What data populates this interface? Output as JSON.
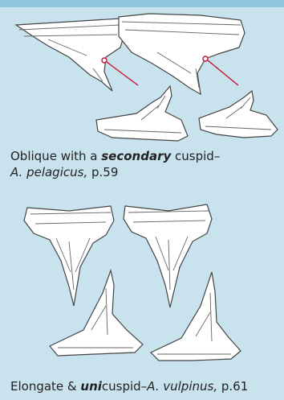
{
  "captions": {
    "first": {
      "lead": "Oblique with a ",
      "bold_term": "secondary",
      "middle": " cuspid–",
      "species": "A. pelagicus,",
      "page": " p.59"
    },
    "second": {
      "lead": "Elongate & ",
      "bold_term": "uni",
      "middle": "cuspid–",
      "species": "A. vulpinus,",
      "page": " p.61"
    }
  },
  "illustrations": {
    "oblique_teeth": "oblique-secondary-cuspid-teeth",
    "elongate_teeth": "elongate-unicuspid-teeth"
  },
  "colors": {
    "background": "#c8e3ee",
    "top_bar": "#8fc6dc",
    "pointer": "#c8102e"
  }
}
